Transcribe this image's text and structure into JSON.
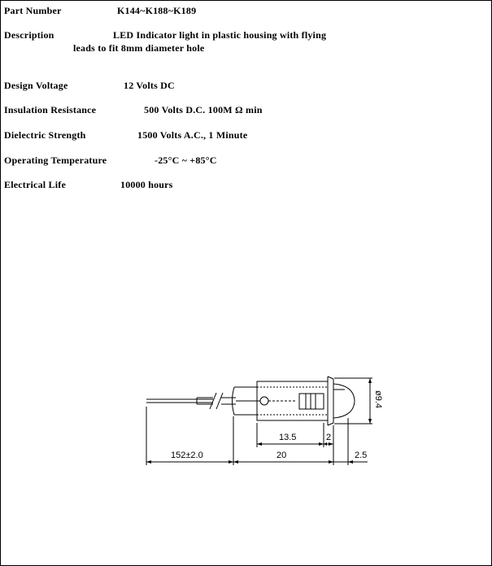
{
  "spec": {
    "part_number_label": "Part Number",
    "part_number_value": "K144~K188~K189",
    "description_label": "Description",
    "description_line1": "LED  Indicator light in plastic housing with flying",
    "description_line2": "leads to fit 8mm  diameter hole",
    "design_voltage_label": "Design Voltage",
    "design_voltage_value": "12 Volts DC",
    "insulation_label": "Insulation Resistance",
    "insulation_value": "500 Volts D.C. 100M  Ω min",
    "dielectric_label": "Dielectric Strength",
    "dielectric_value": "1500 Volts A.C., 1 Minute",
    "operating_temp_label": "Operating Temperature",
    "operating_temp_value": "-25°C  ~  +85°C",
    "electrical_life_label": "Electrical Life",
    "electrical_life_value": "10000 hours"
  },
  "drawing": {
    "dim_lead": "152±2.0",
    "dim_body": "20",
    "dim_housing": "13.5",
    "dim_flange": "2",
    "dim_lens": "2.5",
    "dim_diameter": "ø9.4"
  }
}
